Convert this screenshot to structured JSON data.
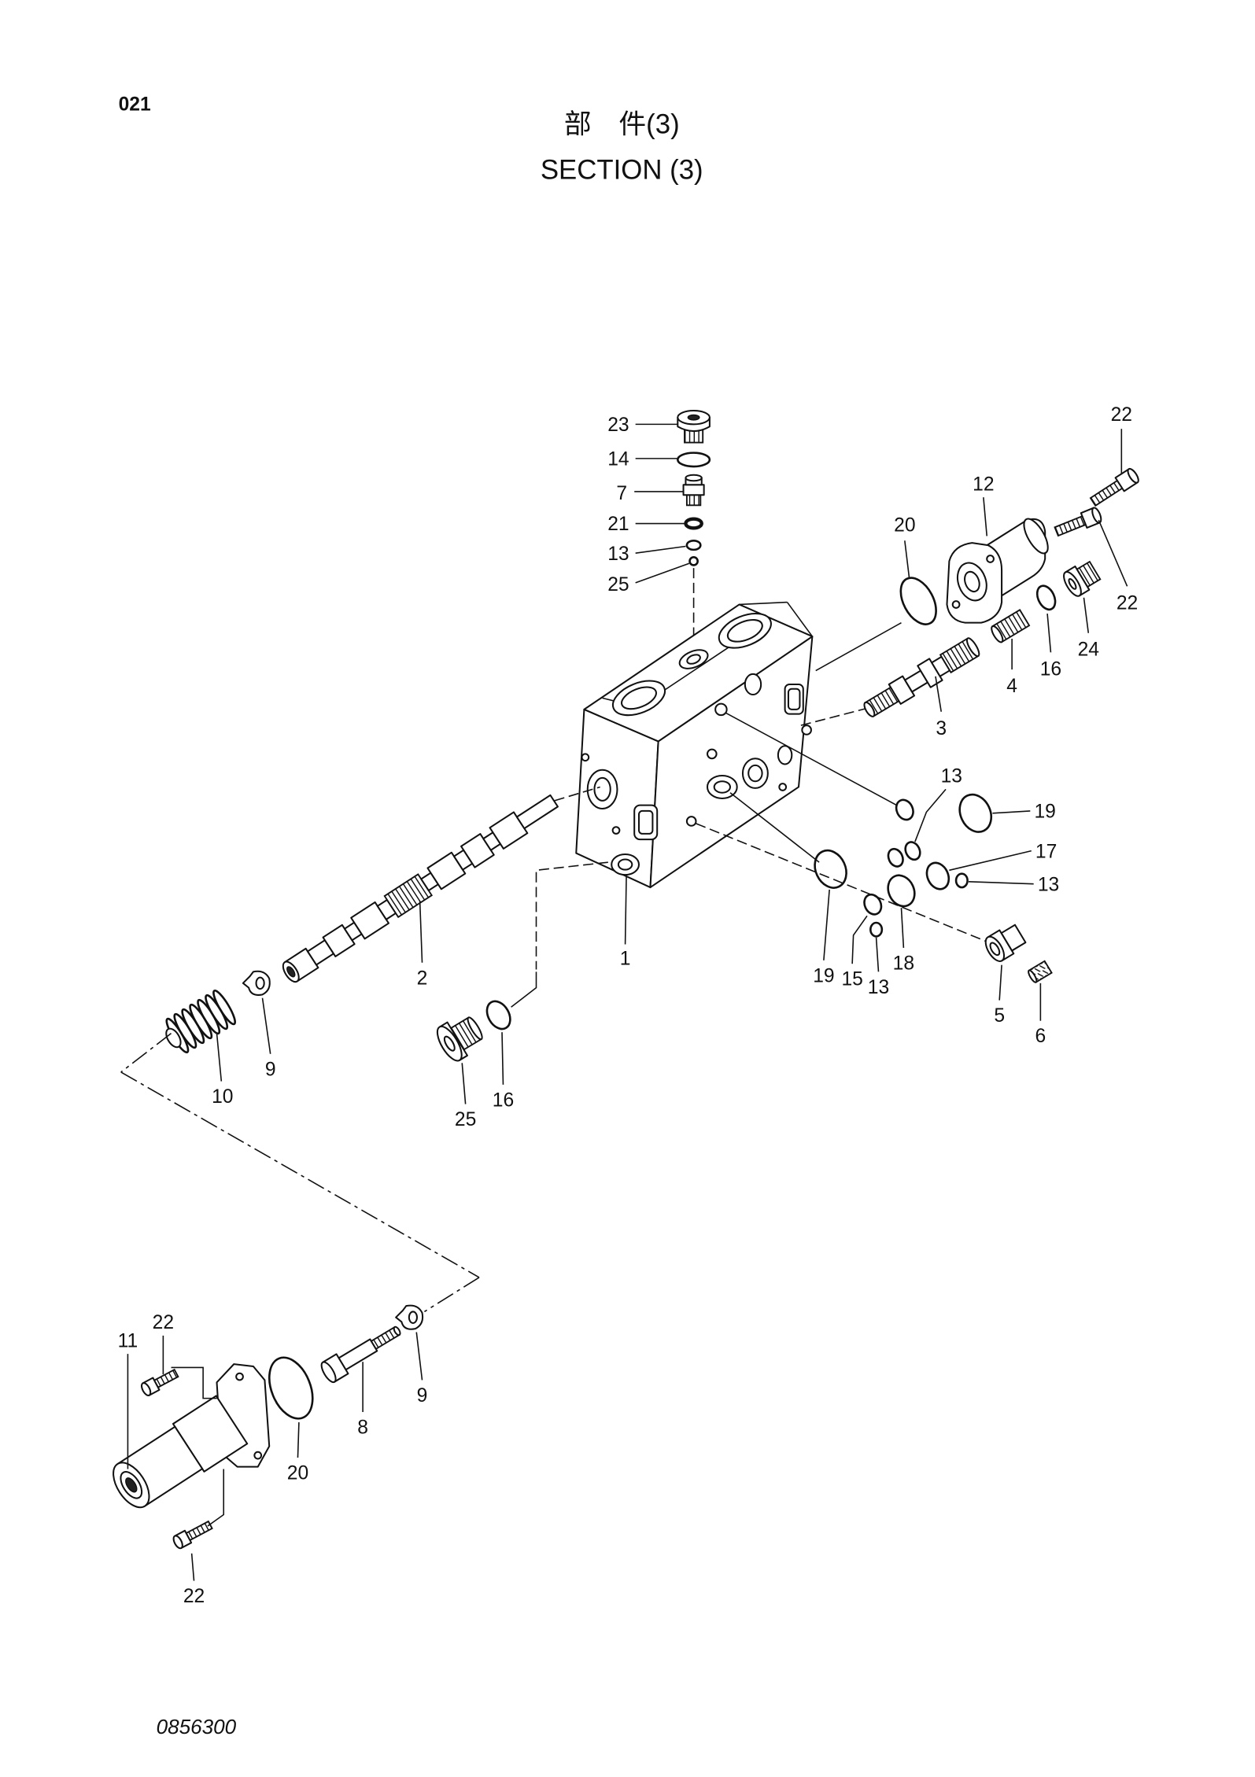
{
  "page_number": "021",
  "title_jp": "部　件(3)",
  "title_en": "SECTION (3)",
  "drawing_number": "0856300",
  "callouts": [
    "23",
    "14",
    "7",
    "21",
    "13",
    "25",
    "20",
    "12",
    "22",
    "22",
    "24",
    "16",
    "4",
    "3",
    "13",
    "19",
    "17",
    "13",
    "18",
    "19",
    "15",
    "13",
    "5",
    "6",
    "1",
    "2",
    "9",
    "10",
    "16",
    "25",
    "22",
    "11",
    "9",
    "8",
    "20",
    "22"
  ]
}
